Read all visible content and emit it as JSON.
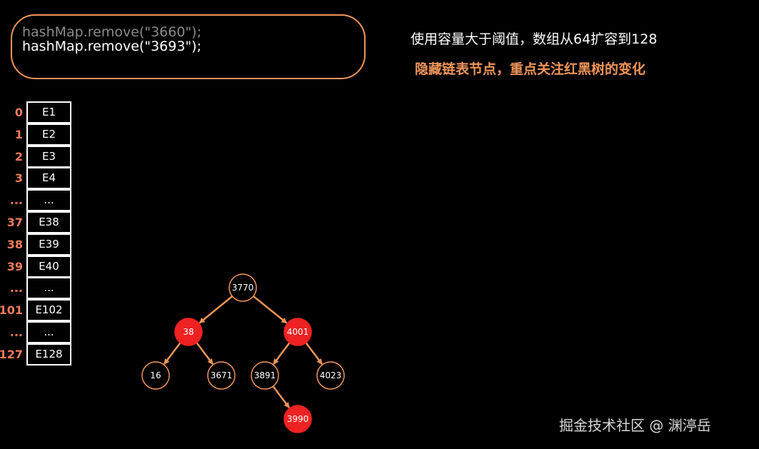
{
  "code": {
    "line1": "hashMap.remove(\"3660\");",
    "line2": "hashMap.remove(\"3693\");"
  },
  "notes": {
    "line1": "使用容量大于阈值，数组从64扩容到128",
    "line2": "隐藏链表节点，重点关注红黑树的变化"
  },
  "array": [
    {
      "index": "0",
      "value": "E1"
    },
    {
      "index": "1",
      "value": "E2"
    },
    {
      "index": "2",
      "value": "E3"
    },
    {
      "index": "3",
      "value": "E4"
    },
    {
      "index": "...",
      "value": "..."
    },
    {
      "index": "37",
      "value": "E38"
    },
    {
      "index": "38",
      "value": "E39"
    },
    {
      "index": "39",
      "value": "E40"
    },
    {
      "index": "...",
      "value": "..."
    },
    {
      "index": "101",
      "value": "E102"
    },
    {
      "index": "...",
      "value": "..."
    },
    {
      "index": "127",
      "value": "E128"
    }
  ],
  "tree": {
    "nodes": [
      {
        "id": "n3770",
        "label": "3770",
        "color": "black"
      },
      {
        "id": "n38",
        "label": "38",
        "color": "red"
      },
      {
        "id": "n4001",
        "label": "4001",
        "color": "red"
      },
      {
        "id": "n16",
        "label": "16",
        "color": "black"
      },
      {
        "id": "n3671",
        "label": "3671",
        "color": "black"
      },
      {
        "id": "n3891",
        "label": "3891",
        "color": "black"
      },
      {
        "id": "n4023",
        "label": "4023",
        "color": "black"
      },
      {
        "id": "n3990",
        "label": "3990",
        "color": "red"
      }
    ],
    "edges": [
      {
        "from": "n3770",
        "to": "n38"
      },
      {
        "from": "n3770",
        "to": "n4001"
      },
      {
        "from": "n38",
        "to": "n16"
      },
      {
        "from": "n38",
        "to": "n3671"
      },
      {
        "from": "n4001",
        "to": "n3891"
      },
      {
        "from": "n4001",
        "to": "n4023"
      },
      {
        "from": "n3891",
        "to": "n3990"
      }
    ]
  },
  "colors": {
    "accent_orange": "#f0955a",
    "index_red": "#f07a5a",
    "node_red": "#ee2222",
    "node_border": "#f0955a"
  },
  "watermark": "掘金技术社区 @ 渊渟岳"
}
